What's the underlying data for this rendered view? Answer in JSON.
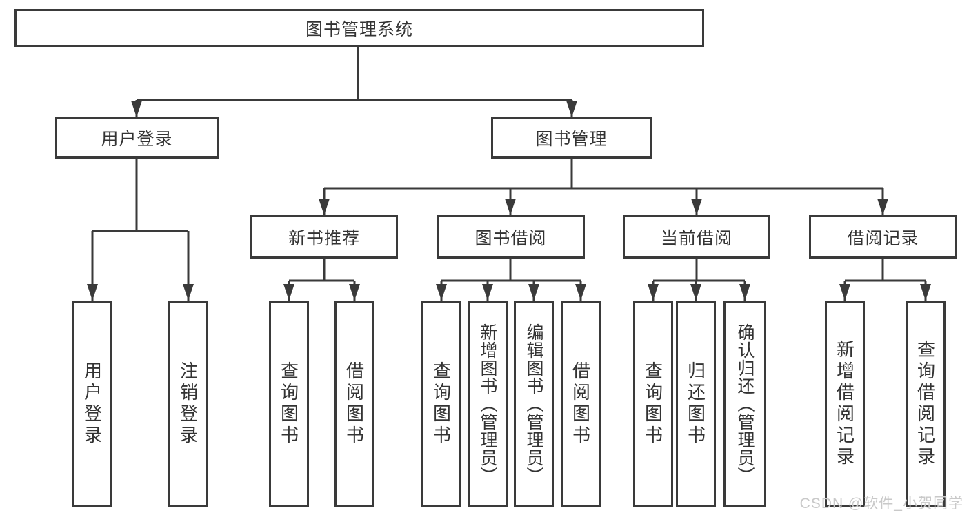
{
  "tree": {
    "root": {
      "label": "图书管理系统"
    },
    "branches": [
      {
        "label": "用户登录",
        "children": [
          {
            "label": "用户登录"
          },
          {
            "label": "注销登录"
          }
        ]
      },
      {
        "label": "图书管理",
        "children": [
          {
            "label": "新书推荐",
            "children": [
              {
                "label": "查询图书"
              },
              {
                "label": "借阅图书"
              }
            ]
          },
          {
            "label": "图书借阅",
            "children": [
              {
                "label": "查询图书"
              },
              {
                "label": "新增图书（管理员）"
              },
              {
                "label": "编辑图书（管理员）"
              },
              {
                "label": "借阅图书"
              }
            ]
          },
          {
            "label": "当前借阅",
            "children": [
              {
                "label": "查询图书"
              },
              {
                "label": "归还图书"
              },
              {
                "label": "确认归还（管理员）"
              }
            ]
          },
          {
            "label": "借阅记录",
            "children": [
              {
                "label": "新增借阅记录"
              },
              {
                "label": "查询借阅记录"
              }
            ]
          }
        ]
      }
    ]
  },
  "watermark": "CSDN @软件_小贺同学",
  "colors": {
    "line": "#3a3a3a",
    "text": "#333333",
    "background": "#ffffff",
    "watermark": "#c9c9c9"
  }
}
